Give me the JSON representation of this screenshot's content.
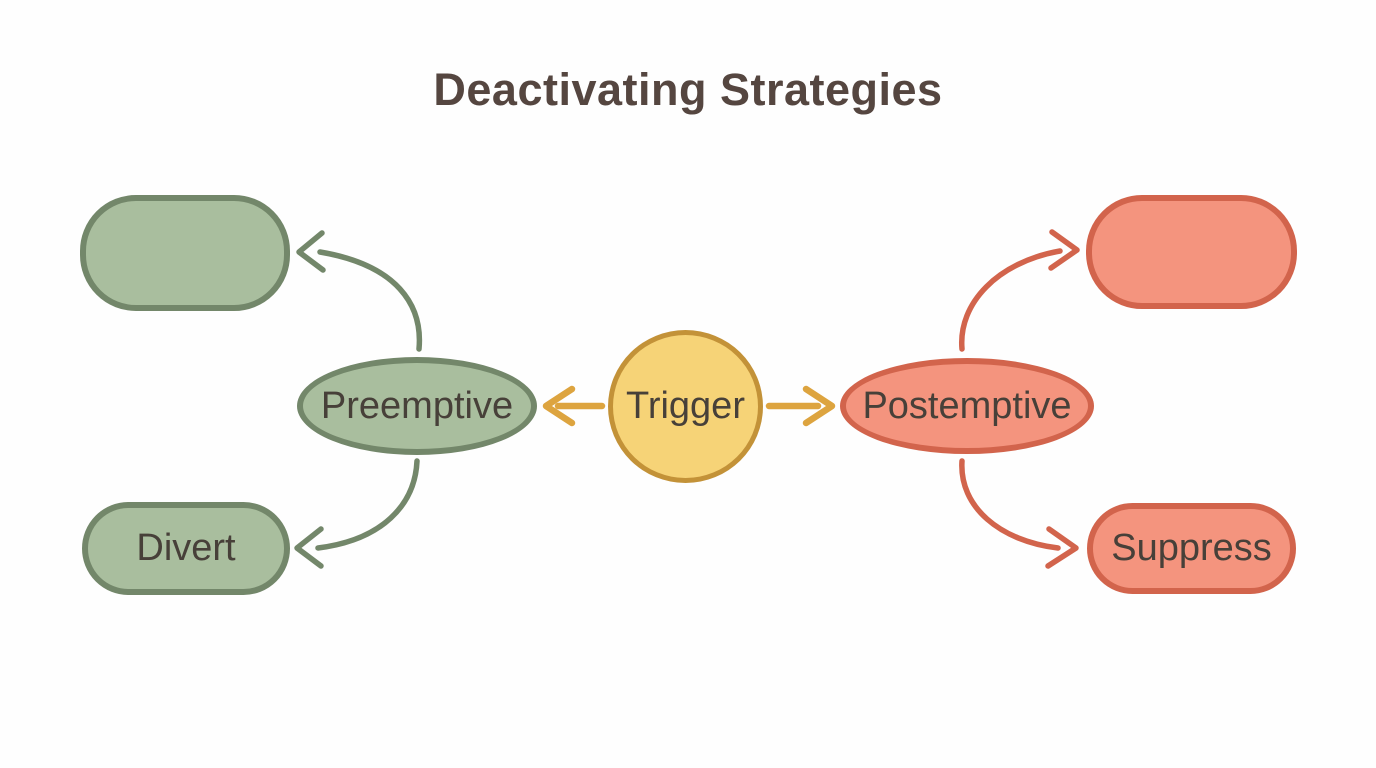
{
  "title": "Deactivating Strategies",
  "diagram": {
    "center": {
      "label": "Trigger"
    },
    "left_branch": {
      "label": "Preemptive",
      "children": [
        {
          "label": ""
        },
        {
          "label": "Divert"
        }
      ]
    },
    "right_branch": {
      "label": "Postemptive",
      "children": [
        {
          "label": ""
        },
        {
          "label": "Suppress"
        }
      ]
    }
  },
  "colors": {
    "bg": "#FEFEFE",
    "title_text": "#554640",
    "node_text": "#474039",
    "green_fill": "#A9BE9E",
    "green_stroke": "#73876A",
    "salmon_fill": "#F4947E",
    "salmon_stroke": "#D2644C",
    "yellow_fill": "#F6D377",
    "yellow_stroke": "#C39238",
    "arrow_gold": "#DDA43F"
  }
}
